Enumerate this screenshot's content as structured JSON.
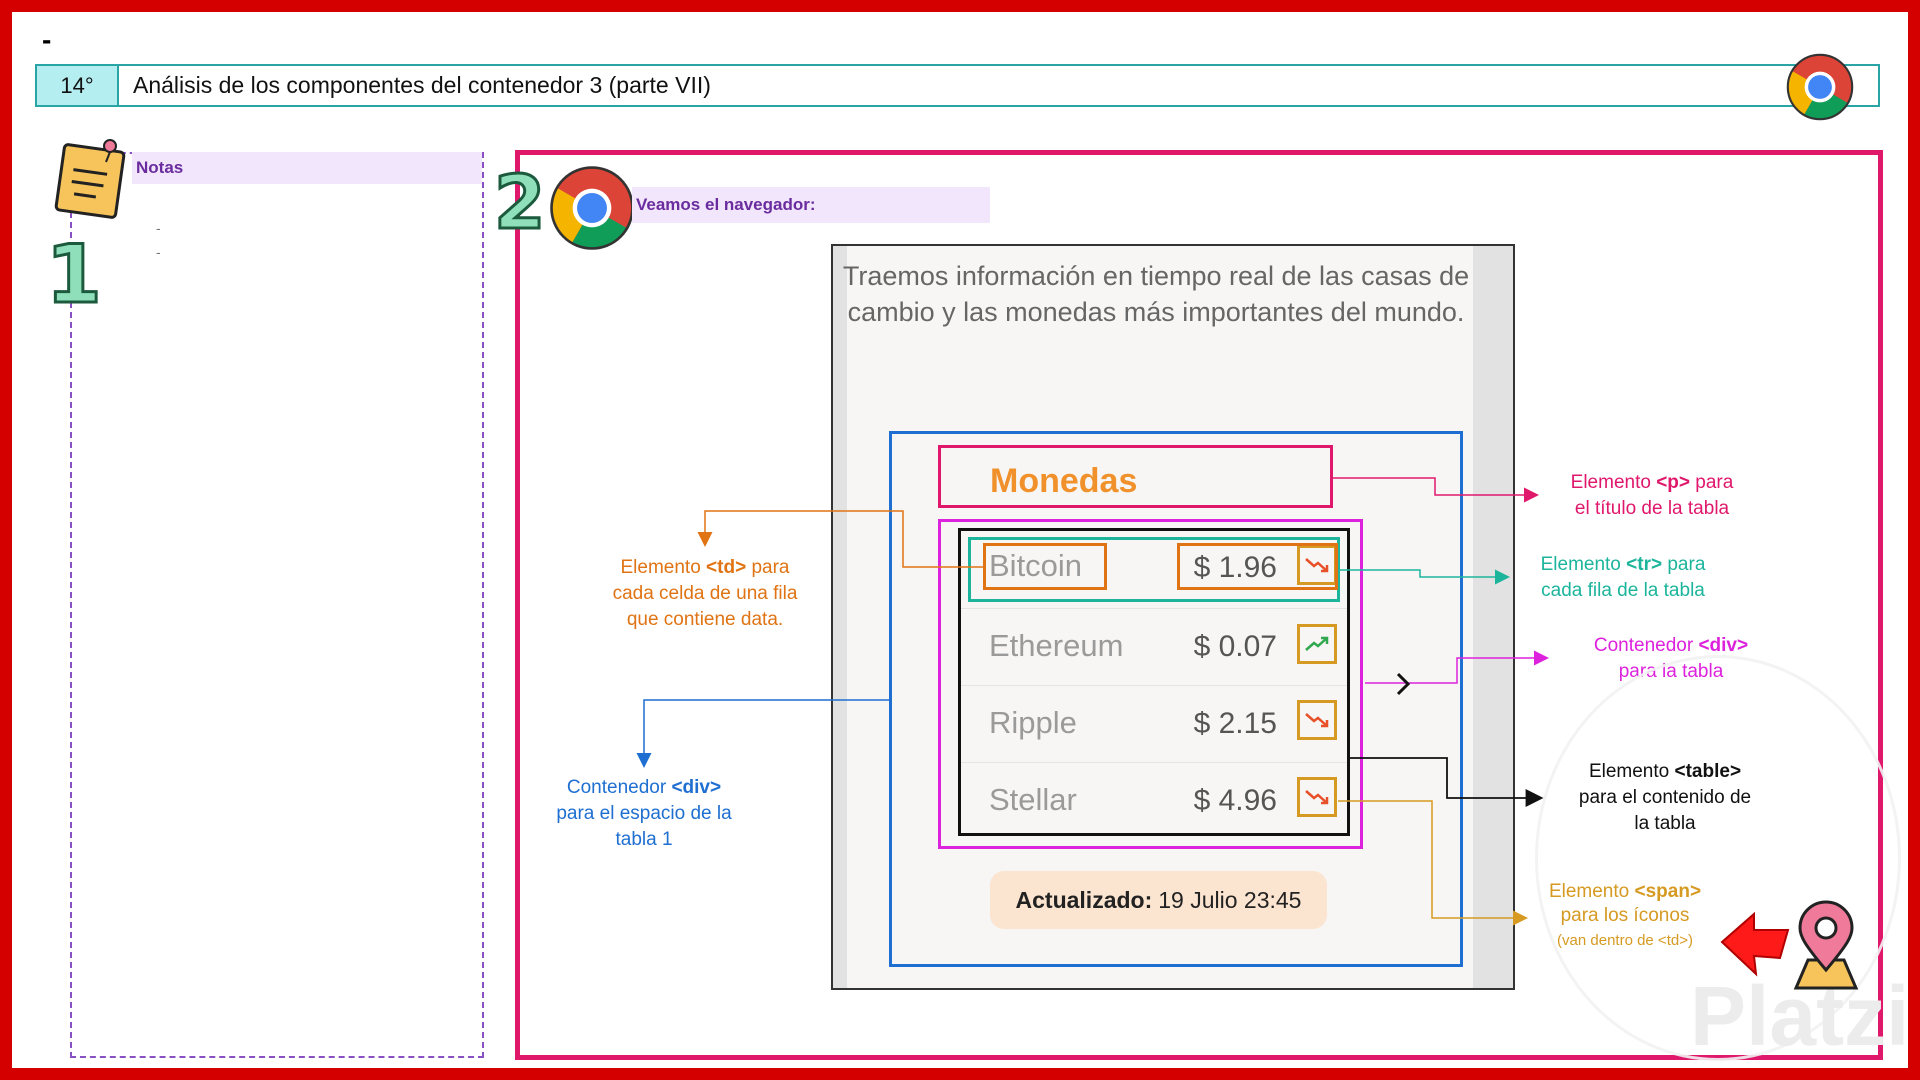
{
  "slide": {
    "dash": "-",
    "number": "14°",
    "title": "Análisis de los componentes del contenedor 3 (parte VII)"
  },
  "notes": {
    "heading": "Notas",
    "bullets": [
      "-",
      "-"
    ],
    "step_number": "1"
  },
  "browser_section": {
    "step_number": "2",
    "heading": "Veamos el navegador:",
    "intro": "Traemos información en tiempo real de las casas de cambio y las monedas más importantes del mundo.",
    "table_title": "Monedas",
    "rows": [
      {
        "coin": "Bitcoin",
        "price": "$ 1.96",
        "trend": "down"
      },
      {
        "coin": "Ethereum",
        "price": "$ 0.07",
        "trend": "up"
      },
      {
        "coin": "Ripple",
        "price": "$ 2.15",
        "trend": "down"
      },
      {
        "coin": "Stellar",
        "price": "$ 4.96",
        "trend": "down"
      }
    ],
    "updated_label": "Actualizado:",
    "updated_value": "19 Julio 23:45"
  },
  "annotations": {
    "p": {
      "pre": "Elemento ",
      "tag": "<p>",
      "post": " para",
      "line2": "el título de la tabla"
    },
    "tr": {
      "pre": "Elemento ",
      "tag": "<tr>",
      "post": " para",
      "line2": "cada fila de la tabla"
    },
    "div_table": {
      "pre": "Contenedor ",
      "tag": "<div>",
      "line2": "para la tabla"
    },
    "table": {
      "pre": "Elemento ",
      "tag": "<table>",
      "line2": "para el contenido de",
      "line3": "la tabla"
    },
    "span": {
      "pre": "Elemento ",
      "tag": "<span>",
      "line2": "para los íconos",
      "line3": "(van dentro de <td>)"
    },
    "td": {
      "pre": "Elemento ",
      "tag": "<td>",
      "post": " para",
      "line2": "cada celda de una fila",
      "line3": "que contiene data."
    },
    "div_space": {
      "pre": "Contenedor ",
      "tag": "<div>",
      "line2": "para el espacio de la",
      "line3": "tabla 1"
    }
  },
  "colors": {
    "frame": "#d40000",
    "p": "#e0186c",
    "tr": "#1cb59c",
    "div_table": "#dd22dd",
    "table": "#111111",
    "span": "#d69a22",
    "td": "#e07414",
    "div_space": "#1e6fd1",
    "up_arrow": "#2fa84f",
    "down_arrow": "#e8502a"
  },
  "icons": {
    "notes": "sticky-note-icon",
    "browser": "chrome-logo-icon",
    "location": "map-pin-icon",
    "pointer": "red-arrow-icon",
    "trend_up": "trend-up-icon",
    "trend_down": "trend-down-icon",
    "chevron": "chevron-right-icon"
  },
  "watermark": "Platzi"
}
